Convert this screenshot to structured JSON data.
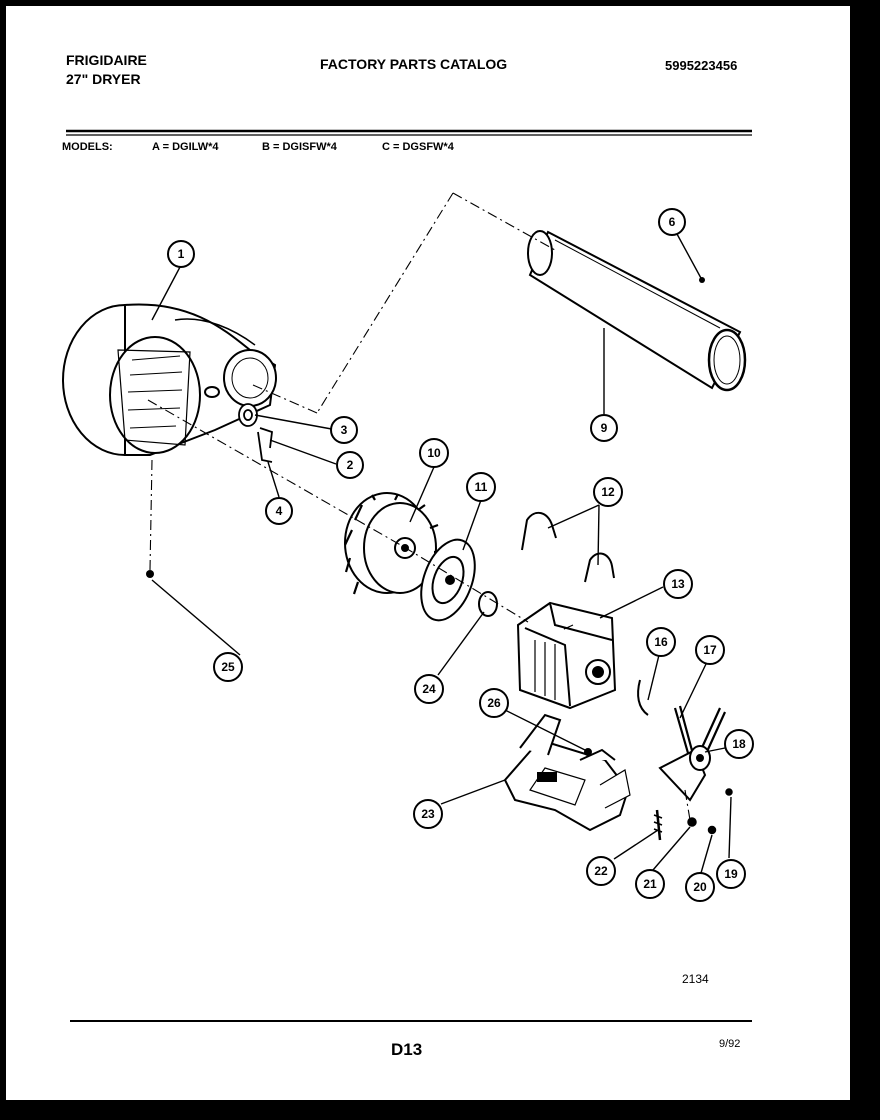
{
  "header": {
    "brand": "FRIGIDAIRE",
    "model_type": "27\" DRYER",
    "catalog_title": "FACTORY PARTS CATALOG",
    "catalog_number": "5995223456"
  },
  "models": {
    "label": "MODELS:",
    "a": "A = DGILW*4",
    "b": "B = DGISFW*4",
    "c": "C = DGSFW*4"
  },
  "callouts": [
    "1",
    "2",
    "3",
    "4",
    "6",
    "9",
    "10",
    "11",
    "12",
    "13",
    "16",
    "17",
    "18",
    "19",
    "20",
    "21",
    "22",
    "23",
    "24",
    "25",
    "26"
  ],
  "footer": {
    "figure_code": "2134",
    "page_number": "D13",
    "revision_date": "9/92"
  },
  "colors": {
    "ink": "#000000",
    "paper": "#ffffff",
    "frame": "#000000"
  }
}
